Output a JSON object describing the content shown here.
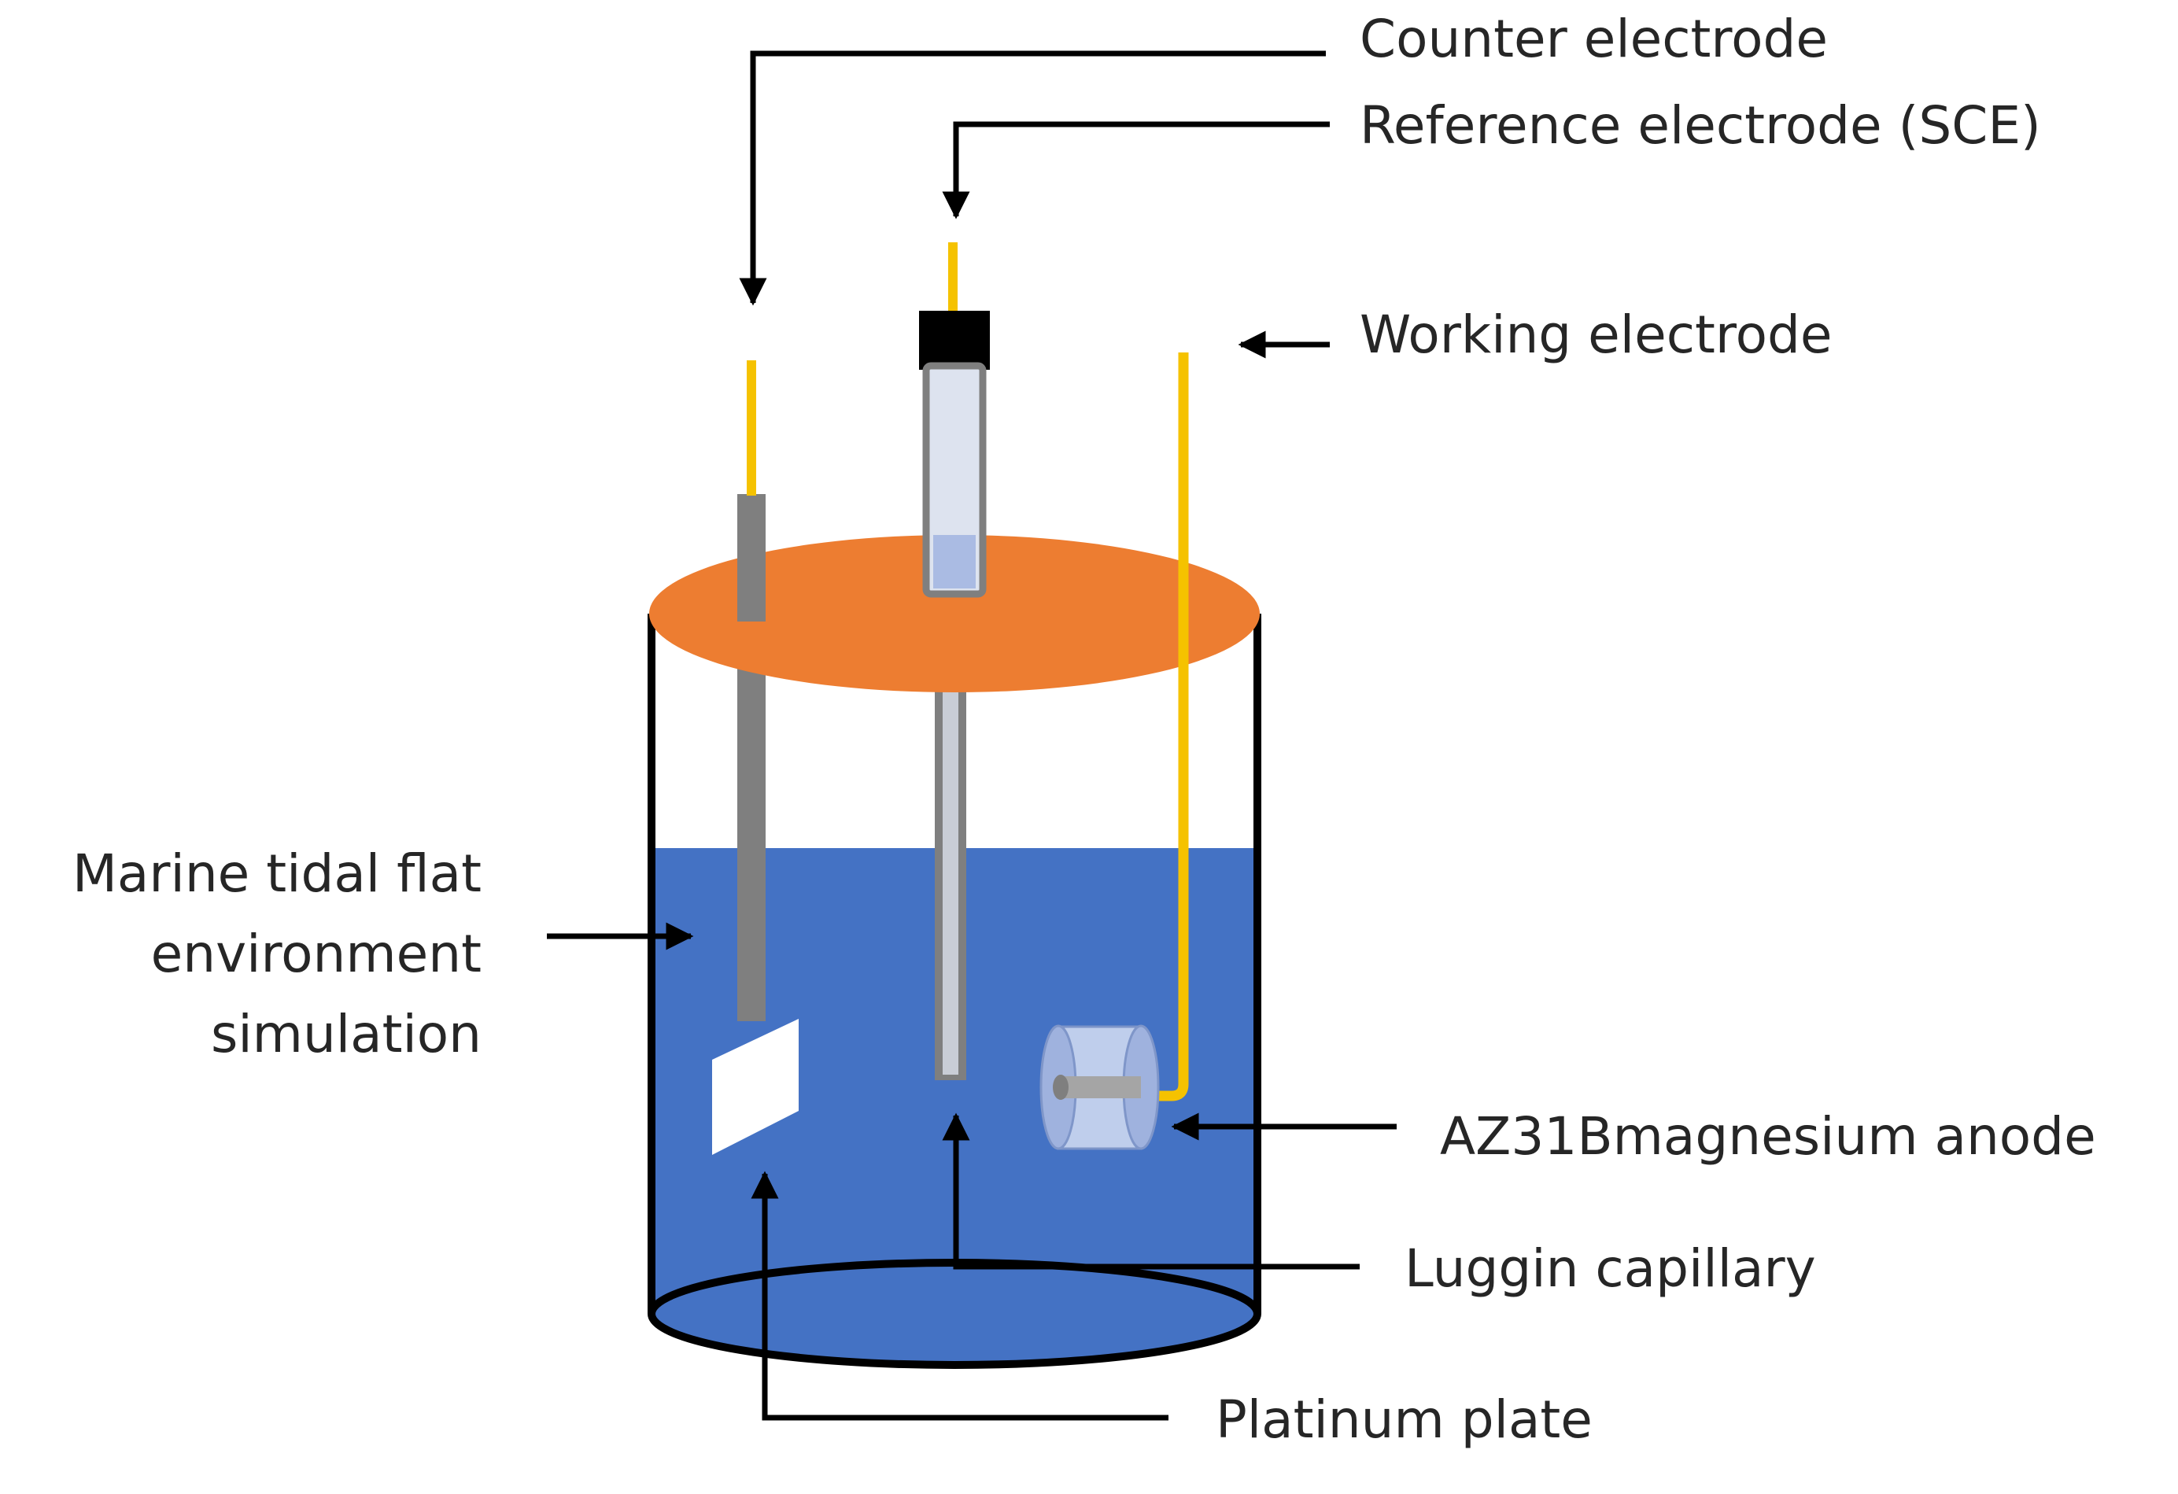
{
  "labels": {
    "counter_electrode": "Counter electrode",
    "reference_electrode": "Reference electrode (SCE)",
    "working_electrode": "Working electrode",
    "marine_line1": "Marine tidal flat",
    "marine_line2": "environment",
    "marine_line3": "simulation",
    "anode": "AZ31Bmagnesium anode",
    "luggin": "Luggin capillary",
    "platinum": "Platinum plate"
  },
  "colors": {
    "electrolyte": "#4472c4",
    "lid": "#ed7d31",
    "wire": "#f5c200",
    "rod": "#7f7f7f",
    "outline": "#000000",
    "platinum": "#ffffff",
    "sce_cap": "#000000",
    "sce_tube": "#dde3ef",
    "sce_fill": "#aabbe3"
  }
}
